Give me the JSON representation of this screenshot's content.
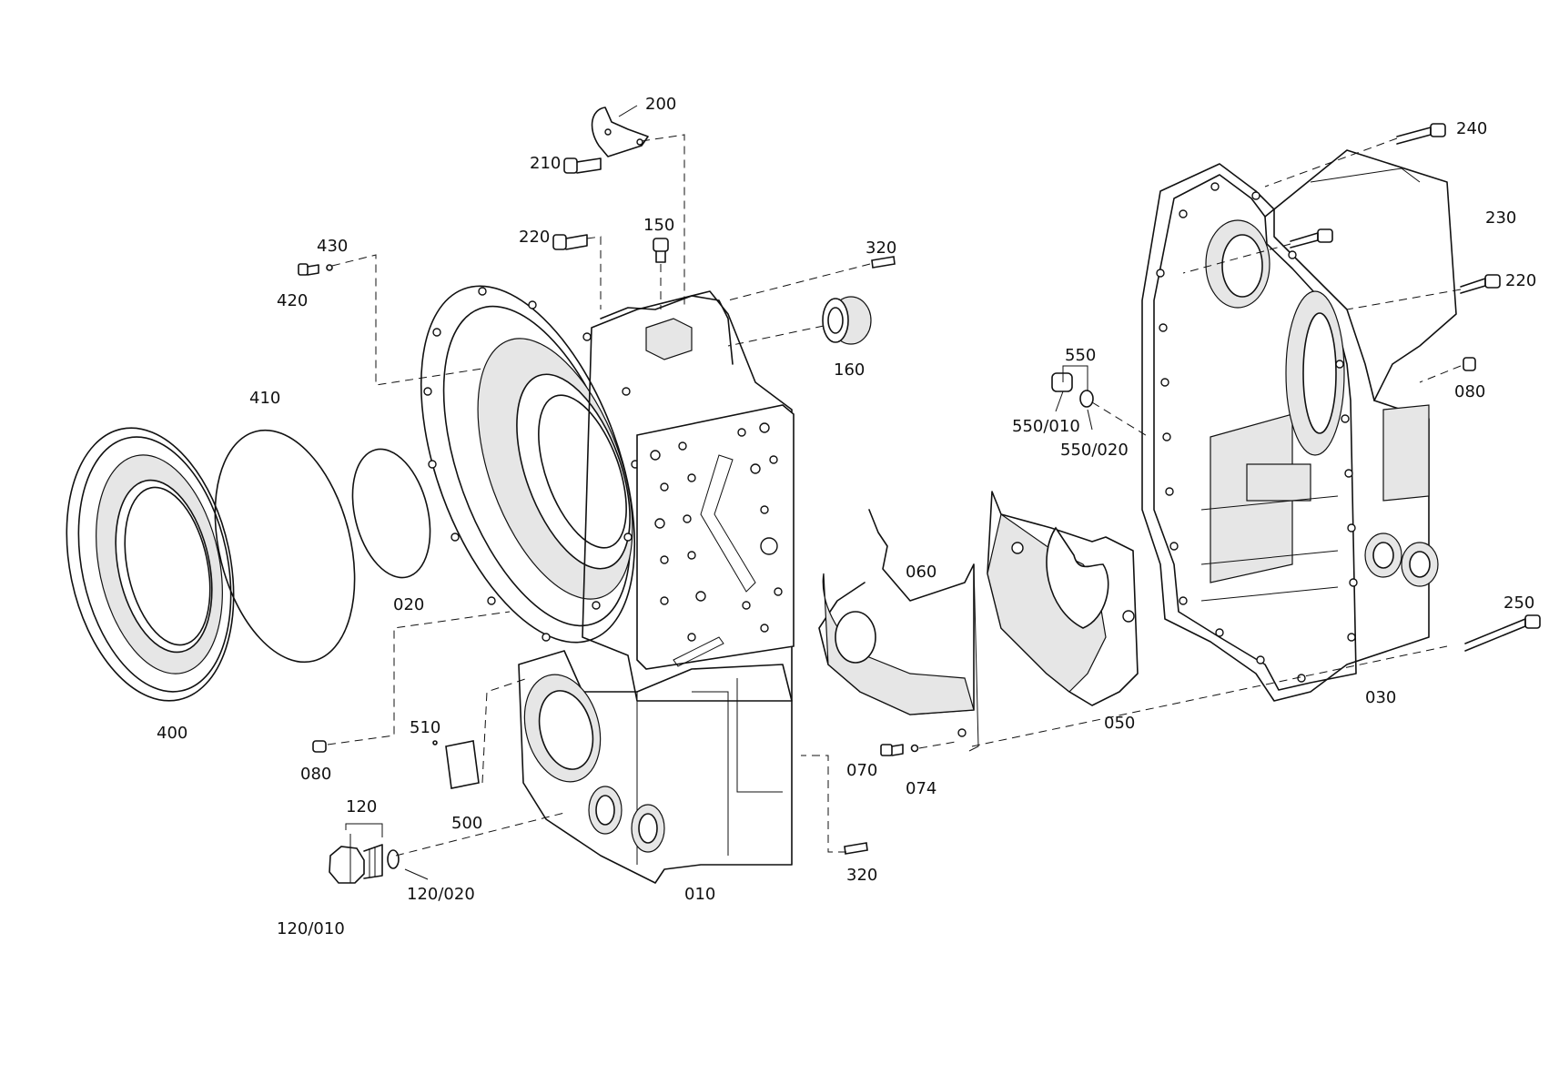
{
  "labels": {
    "l010": "010",
    "l020": "020",
    "l030": "030",
    "l050": "050",
    "l060": "060",
    "l070": "070",
    "l074": "074",
    "l080a": "080",
    "l080b": "080",
    "l120": "120",
    "l120_010": "120/010",
    "l120_020": "120/020",
    "l150": "150",
    "l160": "160",
    "l200": "200",
    "l210": "210",
    "l220a": "220",
    "l220b": "220",
    "l230": "230",
    "l240": "240",
    "l250": "250",
    "l320a": "320",
    "l320b": "320",
    "l400": "400",
    "l410": "410",
    "l420": "420",
    "l430": "430",
    "l500": "500",
    "l510": "510",
    "l550": "550",
    "l550_010": "550/010",
    "l550_020": "550/020"
  }
}
